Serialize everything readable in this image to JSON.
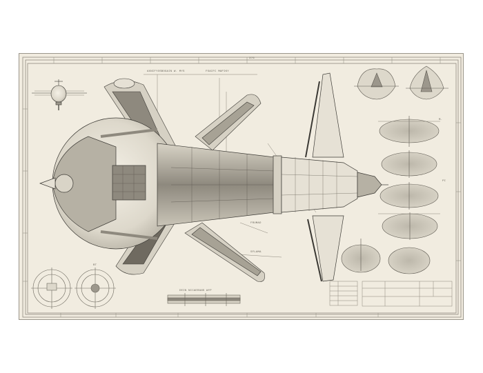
{
  "artwork": {
    "type": "technical blueprint illustration",
    "subject": "spacecraft schematic, top view",
    "colors": {
      "paper": "#f1ece0",
      "ink": "#3a3833",
      "light_ink": "#8a857a",
      "shade": "#9c978c",
      "frame": "#9a958a"
    }
  },
  "labels": {
    "top_left_annotation": "AXNIFYOSBOGAIN W. MYS",
    "top_right_annotation": "FSAIFC MAPIKY",
    "frame_top_mark": "376",
    "mid_annotation": "FRUMAD",
    "lower_annotation": "SFLAMA",
    "bottom_center_title": "DEIN NICAERANS WYP",
    "right_tick_1": "M.",
    "right_tick_2": "PI",
    "left_detail_mark": "BT"
  },
  "components": [
    {
      "id": "small-probe",
      "position": "top-left"
    },
    {
      "id": "main-hull",
      "position": "center"
    },
    {
      "id": "upper-wing",
      "position": "top-center"
    },
    {
      "id": "lower-wing",
      "position": "bottom-center"
    },
    {
      "id": "upper-fin",
      "position": "top-right-of-center"
    },
    {
      "id": "lower-fin",
      "position": "bottom-right-of-center"
    },
    {
      "id": "dome-detail-1",
      "position": "top-right"
    },
    {
      "id": "dome-detail-2",
      "position": "top-right"
    },
    {
      "id": "disc-section-1",
      "position": "right"
    },
    {
      "id": "disc-section-2",
      "position": "right"
    },
    {
      "id": "disc-section-3",
      "position": "right"
    },
    {
      "id": "disc-section-4",
      "position": "right"
    },
    {
      "id": "bottom-dome-detail",
      "position": "bottom-right"
    },
    {
      "id": "bottom-disc-detail",
      "position": "bottom-right"
    },
    {
      "id": "ring-detail-1",
      "position": "bottom-left"
    },
    {
      "id": "ring-detail-2",
      "position": "bottom-left"
    },
    {
      "id": "side-elevation-bar",
      "position": "bottom-center"
    },
    {
      "id": "title-block-table",
      "position": "bottom-right"
    }
  ]
}
